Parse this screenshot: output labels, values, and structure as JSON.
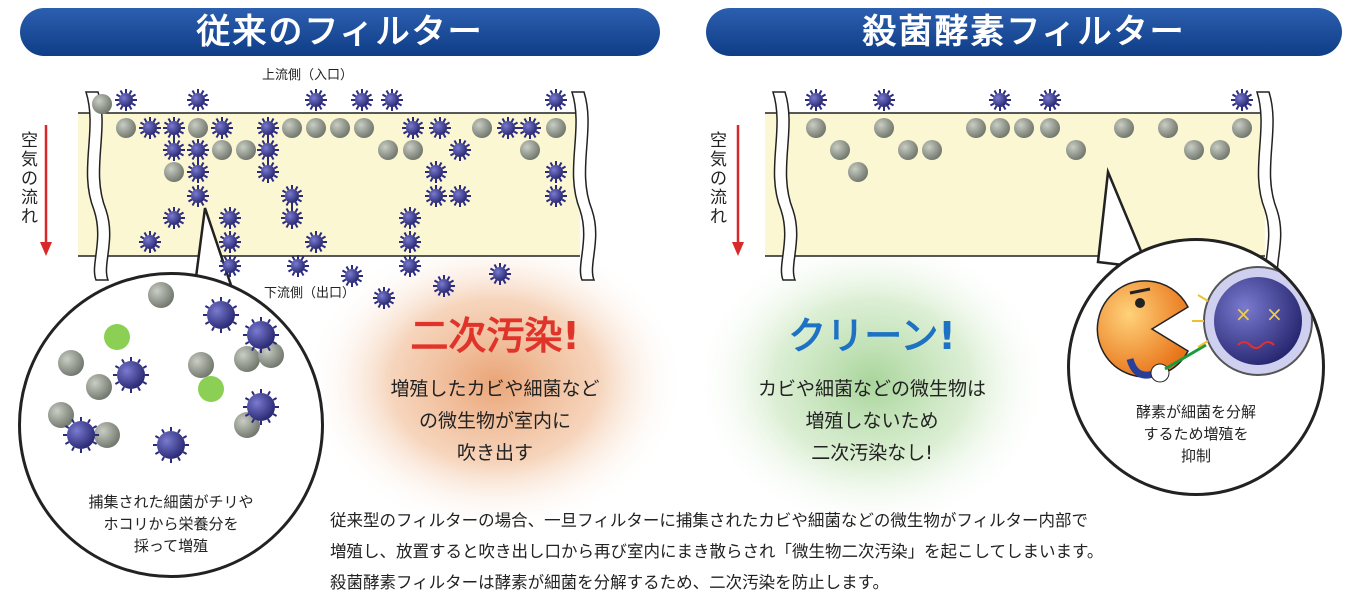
{
  "left_panel": {
    "title": "従来のフィルター",
    "upstream_label": "上流側（入口）",
    "downstream_label": "下流側（出口）",
    "airflow_label": "空気の流れ",
    "zoom_caption": [
      "捕集された細菌がチリや",
      "ホコリから栄養分を",
      "採って増殖"
    ]
  },
  "result_left": {
    "title": "二次汚染!",
    "lines": [
      "増殖したカビや細菌など",
      "の微生物が室内に",
      "吹き出す"
    ]
  },
  "right_panel": {
    "title": "殺菌酵素フィルター",
    "airflow_label": "空気の流れ",
    "zoom_caption": [
      "酵素が細菌を分解",
      "するため増殖を",
      "抑制"
    ]
  },
  "result_right": {
    "title": "クリーン!",
    "lines": [
      "カビや細菌などの微生物は",
      "増殖しないため",
      "二次汚染なし!"
    ]
  },
  "description": [
    "従来型のフィルターの場合、一旦フィルターに捕集されたカビや細菌などの微生物がフィルター内部で",
    "増殖し、放置すると吹き出し口から再び室内にまき散らされ「微生物二次汚染」を起こしてしまいます。",
    "殺菌酵素フィルターは酵素が細菌を分解するため、二次汚染を防止します。"
  ],
  "colors": {
    "banner": "#1a4a98",
    "filter_fill": "#fbf7d2",
    "contamination_red": "#e0342a",
    "clean_blue": "#1e72c4",
    "bacteria": "#3c3c96",
    "dust": "#8a8f84",
    "arrow_red": "#d8282a"
  }
}
